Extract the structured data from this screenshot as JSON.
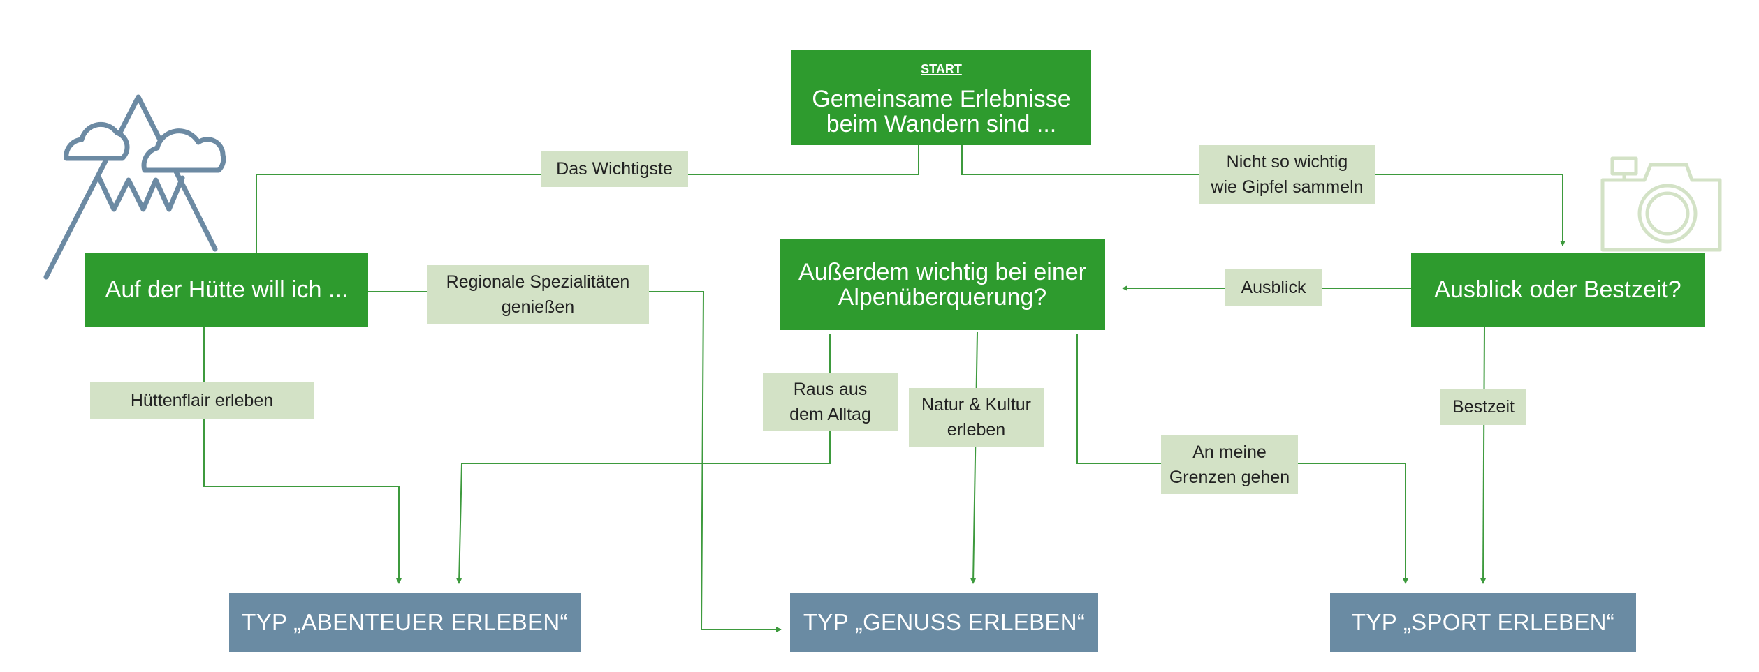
{
  "start": {
    "kicker": "START",
    "line1": "Gemeinsame Erlebnisse",
    "line2": "beim Wandern sind ..."
  },
  "questions": {
    "huette": "Auf der Hütte will ich ...",
    "alpen_line1": "Außerdem wichtig bei einer",
    "alpen_line2": "Alpenüberquerung?",
    "ausblick": "Ausblick oder Bestzeit?"
  },
  "labels": {
    "wichtigste": "Das Wichtigste",
    "gipfel_line1": "Nicht so wichtig",
    "gipfel_line2": "wie Gipfel sammeln",
    "regional_line1": "Regionale Spezialitäten",
    "regional_line2": "genießen",
    "ausblick": "Ausblick",
    "huettenflair": "Hüttenflair erleben",
    "alltag_line1": "Raus aus",
    "alltag_line2": "dem Alltag",
    "natur_line1": "Natur & Kultur",
    "natur_line2": "erleben",
    "grenzen_line1": "An meine",
    "grenzen_line2": "Grenzen gehen",
    "bestzeit": "Bestzeit"
  },
  "results": {
    "abenteuer": "TYP „ABENTEUER ERLEBEN“",
    "genuss": "TYP „GENUSS ERLEBEN“",
    "sport": "TYP „SPORT ERLEBEN“"
  },
  "icons": {
    "left": "mountain-clouds-icon",
    "right": "camera-icon"
  },
  "colors": {
    "question": "#2e9b2e",
    "result": "#6a8ba3",
    "label": "#d3e2c6",
    "line": "#3d9a3d",
    "icon_left": "#6c8aa3",
    "icon_right": "#d3e2c6"
  }
}
